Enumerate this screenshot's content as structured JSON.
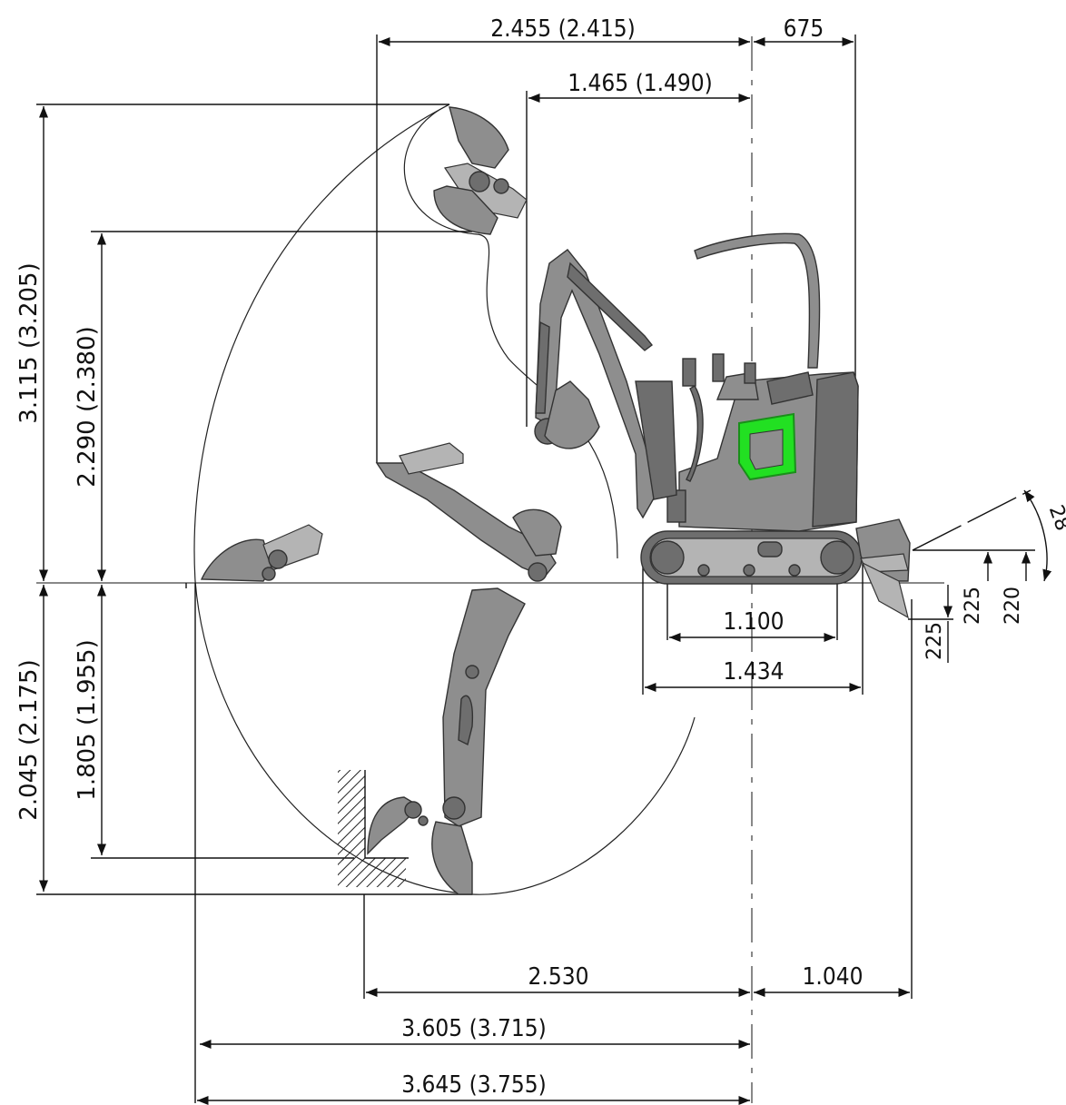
{
  "dimensions": {
    "top_reach": "2.455 (2.415)",
    "top_rear": "675",
    "offset_reach": "1.465 (1.490)",
    "max_height": "3.115 (3.205)",
    "dump_height": "2.290 (2.380)",
    "max_depth": "2.045 (2.175)",
    "vertical_wall_depth": "1.805 (1.955)",
    "tumbler_distance": "1.100",
    "track_length": "1.434",
    "blade_up": "220",
    "blade_up_2": "225",
    "blade_down": "225",
    "blade_angle": "28°",
    "min_radius": "2.530",
    "rear_radius": "1.040",
    "reach_ground": "3.605 (3.715)",
    "max_reach": "3.645 (3.755)"
  },
  "colors": {
    "machine": "#8e8e8e",
    "highlight": "#22e022",
    "line": "#111111"
  }
}
